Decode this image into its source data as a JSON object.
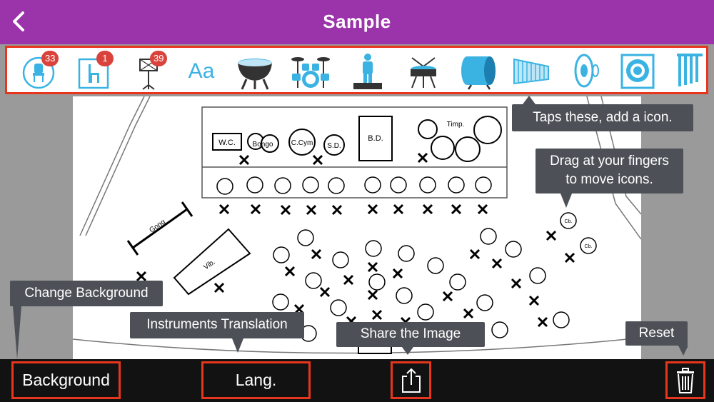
{
  "header": {
    "title": "Sample"
  },
  "toolbar": {
    "items": [
      {
        "icon": "chair-circle-icon",
        "badge": "33"
      },
      {
        "icon": "chair-square-icon",
        "badge": "1"
      },
      {
        "icon": "music-stand-icon",
        "badge": "39"
      },
      {
        "icon": "text-icon",
        "label": "Aa"
      },
      {
        "icon": "timpani-icon"
      },
      {
        "icon": "drum-set-icon"
      },
      {
        "icon": "conductor-podium-icon"
      },
      {
        "icon": "snare-drum-icon"
      },
      {
        "icon": "bass-drum-icon"
      },
      {
        "icon": "marimba-icon"
      },
      {
        "icon": "cymbal-icon"
      },
      {
        "icon": "gong-icon"
      },
      {
        "icon": "chimes-icon"
      }
    ]
  },
  "stage": {
    "labels": {
      "wc": "W.C.",
      "bongo": "Bongo",
      "ccym": "C.Cym",
      "sd": "S.D.",
      "bd": "B.D.",
      "timp": "Timp.",
      "gong": "Gong",
      "vib": "Vib.",
      "cb1": "Cb.",
      "cb2": "Cb."
    }
  },
  "callouts": {
    "taps": "Taps these, add a icon.",
    "drag_line1": "Drag at your fingers",
    "drag_line2": "to move icons.",
    "change_bg": "Change Background",
    "translation": "Instruments Translation",
    "share": "Share the Image",
    "reset": "Reset"
  },
  "bottombar": {
    "background_label": "Background",
    "lang_label": "Lang."
  },
  "colors": {
    "header": "#9b33aa",
    "accent": "#3ab3e3",
    "highlight": "#e8351e",
    "badge": "#d9433c",
    "callout": "#4d5157",
    "bottombar": "#121212"
  }
}
